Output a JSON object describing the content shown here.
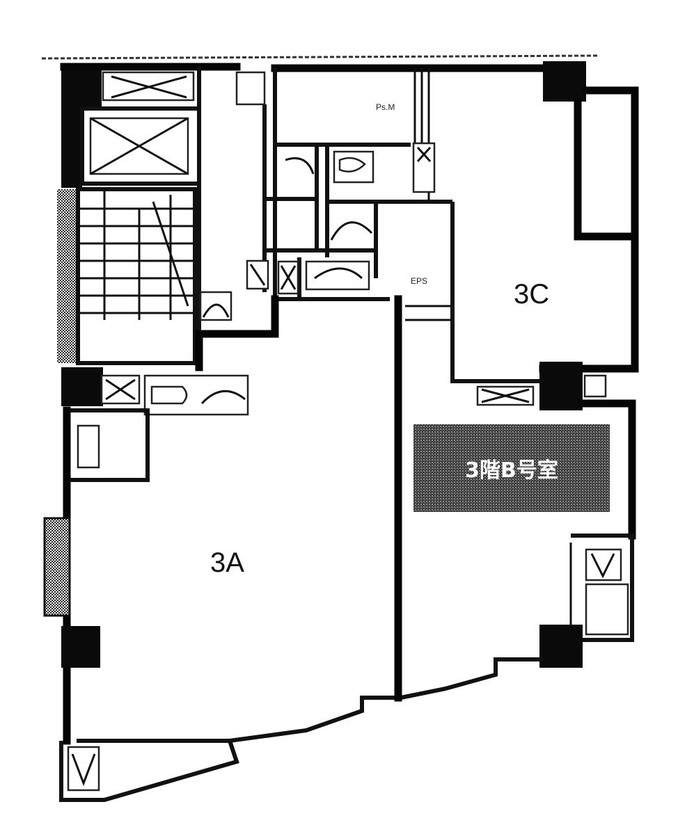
{
  "rooms": {
    "unit_a": "3A",
    "unit_c": "3C",
    "unit_b": "3階B号室",
    "small_label_top": "Ps.M",
    "small_label_mid": "EPS"
  },
  "colors": {
    "wall": "#0a0a0a",
    "highlight_box": "#5a5a5a",
    "background": "#ffffff"
  }
}
